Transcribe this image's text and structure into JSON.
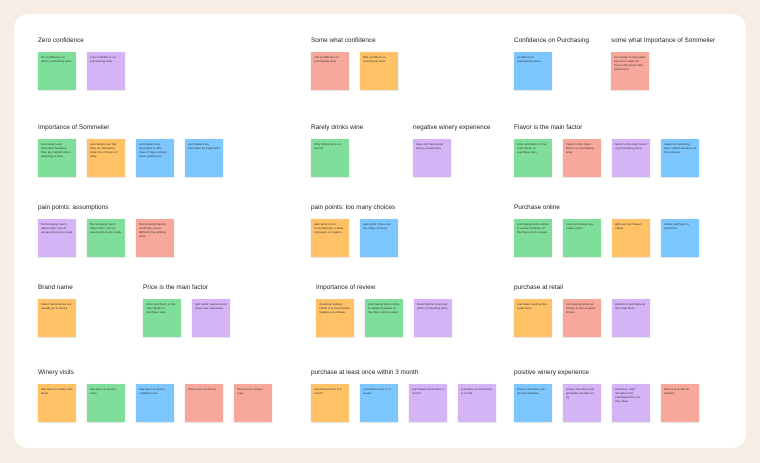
{
  "colors": {
    "green": "#7fdf9a",
    "purple": "#d5b3f7",
    "salmon": "#f8a89a",
    "orange": "#ffc266",
    "blue": "#7cc7ff",
    "background": "#f6ede5",
    "board": "#ffffff"
  },
  "clusters": [
    {
      "title": "Zero confidence",
      "notes": [
        {
          "text": "No confidence on when purchasing wine",
          "color": "green"
        },
        {
          "text": "Low confidence on purchasing wine",
          "color": "purple"
        }
      ]
    },
    {
      "title": "Some what confidence",
      "notes": [
        {
          "text": "mid confidence on purchasing wine",
          "color": "salmon"
        },
        {
          "text": "Mid confident on purchasing wine",
          "color": "orange"
        }
      ]
    },
    {
      "title": "Confidence on Purchasing",
      "notes": [
        {
          "text": "confident on purchasing wines",
          "color": "blue"
        }
      ]
    },
    {
      "title": "some what Importance of Sommelier",
      "notes": [
        {
          "text": "sommelier is important but not a major for those who know their preference",
          "color": "salmon"
        }
      ]
    },
    {
      "title": "Importance of Sommelier",
      "notes": [
        {
          "text": "sommeliers are important because they are helpful when selecting a wine",
          "color": "green"
        },
        {
          "text": "sommeliers are big help on narrowing down the choices of wine",
          "color": "orange"
        },
        {
          "text": "sommeliers are important to who doesn't have strong/ basic preference",
          "color": "blue"
        },
        {
          "text": "sommeliers are important for beginners",
          "color": "blue"
        }
      ]
    },
    {
      "title": "Rarely drinks wine",
      "notes": [
        {
          "text": "Only drinks wine on events",
          "color": "green"
        }
      ]
    },
    {
      "title": "negative winery experience",
      "notes": [
        {
          "text": "does not have good winery experience",
          "color": "purple"
        }
      ]
    },
    {
      "title": "Flavor is the main factor",
      "notes": [
        {
          "text": "price and flavor is the main factor to purchase wine",
          "color": "green"
        },
        {
          "text": "Flavor is the main factor on purchasing wine",
          "color": "salmon"
        },
        {
          "text": "flavor is the main factor on purchasing wine",
          "color": "purple"
        },
        {
          "text": "reason of selecting wine visited because of the purpose",
          "color": "blue"
        }
      ]
    },
    {
      "title": "pain points: assumptions",
      "notes": [
        {
          "text": "Not knowing much about wine, lots of assumptions are made",
          "color": "purple"
        },
        {
          "text": "Not knowing much about wine, lots of assumptions are made",
          "color": "green"
        },
        {
          "text": "Not knowing flavors could give some difficult time picking wine",
          "color": "salmon"
        }
      ]
    },
    {
      "title": "pain points: too many choices",
      "notes": [
        {
          "text": "pain point is not remembering or taste of grapes or regions",
          "color": "orange"
        },
        {
          "text": "pain point: there are too many choices",
          "color": "blue"
        }
      ]
    },
    {
      "title": "Purchase online",
      "notes": [
        {
          "text": "purchasing wine online is easier because of the flavor and reviews",
          "color": "green"
        },
        {
          "text": "most purchases are made online",
          "color": "green"
        },
        {
          "text": "gifts are purchased online",
          "color": "orange"
        },
        {
          "text": "online purchase is preferred",
          "color": "blue"
        }
      ]
    },
    {
      "title": "Brand name",
      "notes": [
        {
          "text": "brand name wines are usually go to wines",
          "color": "orange"
        }
      ]
    },
    {
      "title": "Price is the main factor",
      "notes": [
        {
          "text": "price and flavor is the main factor to purchase wine",
          "color": "green"
        },
        {
          "text": "pain point: same brand wines are expensive",
          "color": "purple"
        }
      ]
    },
    {
      "title": "Importance of review",
      "notes": [
        {
          "text": "checking reviews online is a must before making a purchase",
          "color": "orange"
        },
        {
          "text": "purchasing wine online is easier because of the flavor and reviews",
          "color": "green"
        },
        {
          "text": "Descriptions is a must when purchasing wine",
          "color": "purple"
        }
      ]
    },
    {
      "title": "purchase at retail",
      "notes": [
        {
          "text": "purchase made at the retail store",
          "color": "orange"
        },
        {
          "text": "purchasing wines at winery is also a good choice",
          "color": "salmon"
        },
        {
          "text": "prefers to purchase at the retail store",
          "color": "purple"
        }
      ]
    },
    {
      "title": "Winery visits",
      "notes": [
        {
          "text": "has been to winery few times",
          "color": "orange"
        },
        {
          "text": "has been to winery once",
          "color": "green"
        },
        {
          "text": "has been to winery multiple times",
          "color": "blue"
        },
        {
          "text": "Have been to winery",
          "color": "salmon"
        },
        {
          "text": "Not been to winery once",
          "color": "salmon"
        }
      ]
    },
    {
      "title": "purchase at least once within 3 month",
      "notes": [
        {
          "text": "purchased once in 2 month",
          "color": "orange"
        },
        {
          "text": "purchases once in 2 weeks",
          "color": "blue"
        },
        {
          "text": "purchases wine twice a month",
          "color": "purple"
        },
        {
          "text": "purchase of food once a month",
          "color": "purple"
        }
      ]
    },
    {
      "title": "positive winery experience",
      "notes": [
        {
          "text": "winery has their own special samples",
          "color": "blue"
        },
        {
          "text": "winery has their own specialty samples to try",
          "color": "purple"
        },
        {
          "text": "at winery, tried samples and purchased the one they liked",
          "color": "purple"
        },
        {
          "text": "think it is similar to brewery",
          "color": "salmon"
        }
      ]
    }
  ]
}
